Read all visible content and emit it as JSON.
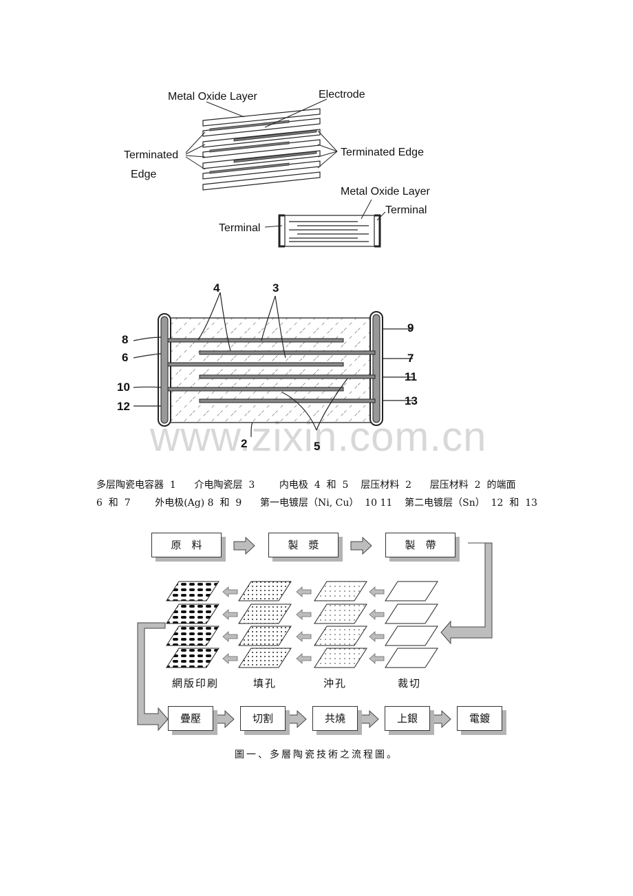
{
  "figure1": {
    "labels": {
      "metal_oxide_layer_top": "Metal Oxide Layer",
      "electrode": "Electrode",
      "terminated_left_line1": "Terminated",
      "terminated_left_line2": "Edge",
      "terminated_edge_right": "Terminated Edge",
      "metal_oxide_layer_lower": "Metal Oxide Layer",
      "terminal_right": "Terminal",
      "terminal_left": "Terminal"
    }
  },
  "figure2": {
    "numbers": [
      "4",
      "3",
      "8",
      "6",
      "10",
      "12",
      "9",
      "7",
      "11",
      "13",
      "2",
      "5"
    ],
    "watermark": "www.zixin.com.cn"
  },
  "caption": {
    "line1": "多层陶瓷电容器  1      介电陶瓷层  3        内电极  4  和  5    层压材料  2      层压材料  2  的端面",
    "line2": "6  和  7        外电极(Ag) 8  和  9      第一电镀层（Ni, Cu）  10 11    第二电镀层（Sn）  12  和  13"
  },
  "flow": {
    "top_steps": [
      "原　料",
      "製　漿",
      "製　帶"
    ],
    "middle_steps": [
      "網版印刷",
      "填孔",
      "沖孔",
      "裁切"
    ],
    "bottom_steps": [
      "疊壓",
      "切割",
      "共燒",
      "上銀",
      "電鍍"
    ],
    "title": "圖一、多層陶瓷技術之流程圖。"
  },
  "colors": {
    "ink": "#111111",
    "arrow_fill": "#bdbdbd",
    "shadow": "#b3b3b3",
    "layer_dark": "#777777"
  }
}
